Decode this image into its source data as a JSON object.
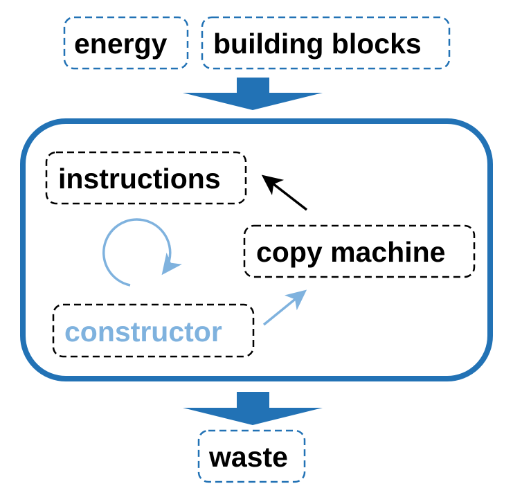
{
  "inputs": {
    "energy": "energy",
    "building_blocks": "building blocks"
  },
  "cell": {
    "instructions": "instructions",
    "copy_machine": "copy machine",
    "constructor": "constructor"
  },
  "outputs": {
    "waste": "waste"
  },
  "colors": {
    "cell_border": "#2272b5",
    "flow_arrow": "#2272b5",
    "input_box_border": "#2272b5",
    "cell_box_border": "#000000",
    "constructor_text": "#7fb2de",
    "light_arrow": "#7fb2de",
    "dark_arrow": "#000000"
  }
}
